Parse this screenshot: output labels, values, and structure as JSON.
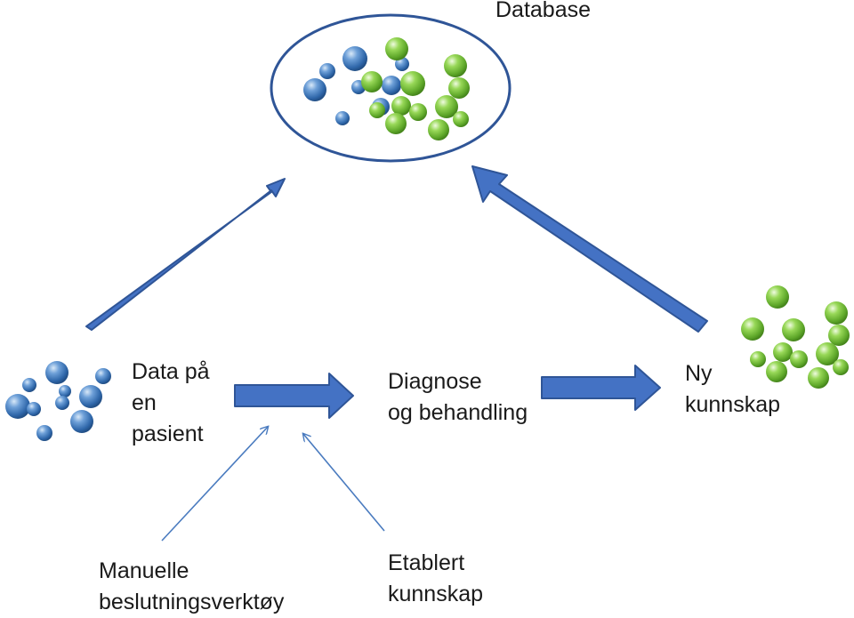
{
  "database_label": "Database",
  "patient_data_label": [
    "Data på",
    "en",
    "pasient"
  ],
  "diagnosis_label": [
    "Diagnose",
    "og behandling"
  ],
  "new_knowledge_label": [
    "Ny",
    "kunnskap"
  ],
  "manual_tools_label": [
    "Manuelle",
    "beslutningsverktøy"
  ],
  "established_knowledge_label": [
    "Etablert",
    "kunnskap"
  ],
  "colors": {
    "blue_sphere": "#4a86c8",
    "green_sphere": "#7bc63a",
    "arrow": "#4472c4",
    "arrow_stroke": "#2f5597",
    "ellipse_stroke": "#2f5597",
    "thin_arrow": "#4a7bbf"
  }
}
